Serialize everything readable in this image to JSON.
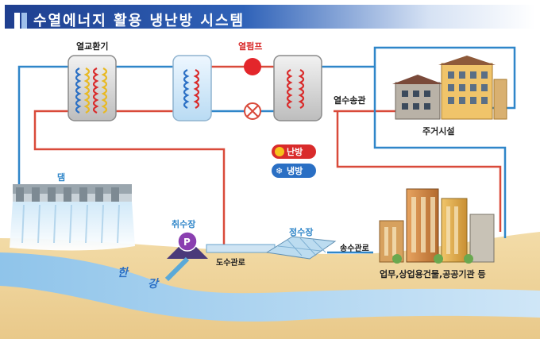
{
  "title": "수열에너지 활용 냉난방 시스템",
  "labels": {
    "heat_exchanger": "열교환기",
    "heat_pump": "열펌프",
    "heat_water_pipe": "열수송관",
    "residential": "주거시설",
    "heating": "난방",
    "cooling": "냉방",
    "dam": "댐",
    "intake_station": "취수장",
    "pump_letter": "P",
    "intake_pipe": "도수관로",
    "purification_plant": "정수장",
    "supply_pipe": "송수관로",
    "commercial": "업무,상업용건물,공공기관 등",
    "river_han_1": "한",
    "river_han_2": "강"
  },
  "colors": {
    "heating": "#d92b2b",
    "cooling": "#2a6fc4",
    "supply_line": "#2f86c9",
    "return_line": "#d94a3a",
    "title_bar": "#1f3f8f"
  }
}
